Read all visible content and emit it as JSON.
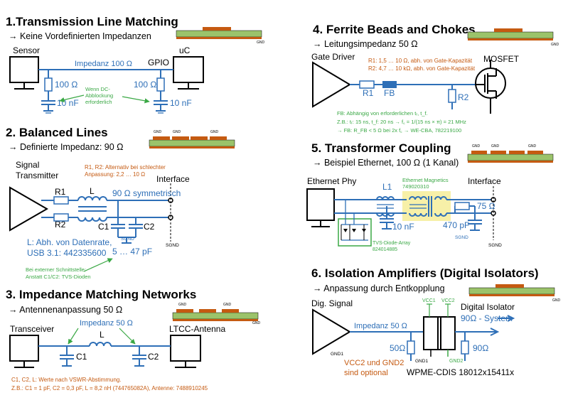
{
  "colors": {
    "wire": "#2e6fb7",
    "note_orange": "#c55a11",
    "note_green": "#3aa845",
    "pcb_green": "#9bc36a",
    "pcb_copper": "#c55a11",
    "transformer_highlight": "#f7f0a8"
  },
  "pcb": {
    "gnd": "GND"
  },
  "s1": {
    "title": "1.Transmission Line Matching",
    "subtitle": "→ Keine Vordefinierten Impedanzen",
    "sensor": "Sensor",
    "uc": "uC",
    "gpio": "GPIO",
    "impedance": "Impedanz 100 Ω",
    "r_left": "100 Ω",
    "r_right": "100 Ω",
    "c_left": "10 nF",
    "c_right": "10 nF",
    "note": [
      "Wenn DC-",
      "Abblockung",
      "erforderlich"
    ]
  },
  "s2": {
    "title": "2. Balanced Lines",
    "subtitle": "→ Definierte Impedanz: 90 Ω",
    "signal": "Signal",
    "transmitter": "Transmitter",
    "interface": "Interface",
    "note_r": [
      "R1, R2: Alternativ bei schlechter",
      "Anpassung: 2,2 … 10 Ω"
    ],
    "r1": "R1",
    "r2": "R2",
    "l": "L",
    "sym": "90 Ω symmetrisch",
    "c1": "C1",
    "c2": "C2",
    "sgnd": "SGND",
    "sgnd2": "SGND",
    "l_note": [
      "L: Abh. von Datenrate,",
      "USB 3.1: 442335600"
    ],
    "cap": "5 … 47 pF",
    "ext_note": [
      "Bei externer Schnittstelle:",
      "Anstatt C1/C2: TVS-Dioden"
    ]
  },
  "s3": {
    "title": "3. Impedance Matching Networks",
    "subtitle": "→ Antennenanpassung 50 Ω",
    "transceiver": "Transceiver",
    "antenna": "LTCC-Antenna",
    "impedance": "Impedanz 50 Ω",
    "l": "L",
    "c1": "C1",
    "c2": "C2",
    "note": [
      "C1, C2, L: Werte nach VSWR-Abstimmung.",
      "Z.B.: C1 = 1 pF, C2 = 0,3 pF, L = 8,2 nH (744765082A), Antenne: 7488910245"
    ]
  },
  "s4": {
    "title": "4. Ferrite Beads and Chokes",
    "subtitle": "→ Leitungsimpedanz 50 Ω",
    "driver": "Gate Driver",
    "mosfet": "MOSFET",
    "note_r": [
      "R1: 1,5 … 10 Ω, abh. von Gate-Kapazität",
      "R2: 4,7 … 10 kΩ, abh. von Gate-Kapazität"
    ],
    "r1": "R1",
    "fb": "FB",
    "r2": "R2",
    "fb_note": [
      "FB: Abhängig von erforderlichen tᵣ, t_f.",
      "Z.B.: tᵣ: 15 ns, t_f: 20 ns  →  f꜀ = 1/(15 ns × π) = 21 MHz",
      "→ FB: R_FB < 5 Ω bei 2x f꜀  → WE-CBA, 782219100"
    ]
  },
  "s5": {
    "title": "5. Transformer Coupling",
    "subtitle": "→ Beispiel Ethernet, 100 Ω (1 Kanal)",
    "phy": "Ethernet Phy",
    "interface": "Interface",
    "magnetics": [
      "Ethernet Magnetics",
      "749020310"
    ],
    "l1": "L1",
    "r": "75 Ω",
    "c_left": "10 nF",
    "c_right": "470 pF",
    "sgnd": "SGND",
    "sgnd2": "SGND",
    "tvs": [
      "TVS-Diode-Array",
      "824014885"
    ]
  },
  "s6": {
    "title": "6. Isolation Amplifiers (Digital Isolators)",
    "subtitle": "→ Anpassung durch Entkopplung",
    "signal": "Dig. Signal",
    "isolator": "Digital Isolator",
    "system": "90Ω - System",
    "impedance": "Impedanz 50 Ω",
    "vcc1": "VCC1",
    "vcc2": "VCC2",
    "r_left": "50Ω",
    "r_right": "90Ω",
    "gnd1": "GND1",
    "gnd1b": "GND1",
    "gnd2": "GND2",
    "optional": [
      "VCC2 und GND2",
      "sind optional"
    ],
    "part": "WPME-CDIS 18012x15411x"
  }
}
